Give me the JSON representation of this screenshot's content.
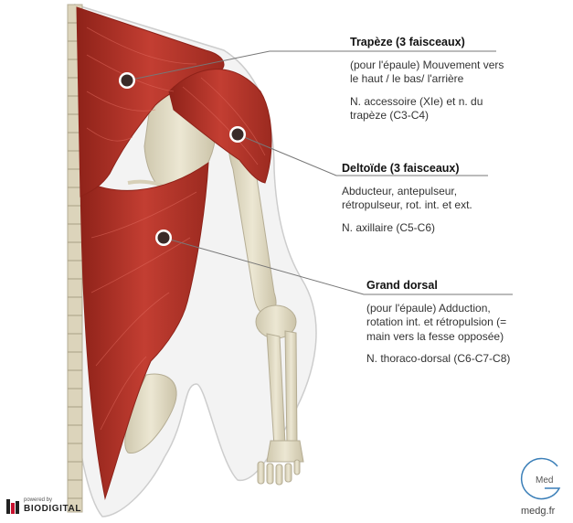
{
  "labels": {
    "trapeze": {
      "title": "Trapèze (3 faisceaux)",
      "desc": "(pour l'épaule) Mouvement vers le haut / le bas/ l'arrière",
      "nerve": "N. accessoire (XIe) et n. du trapèze (C3-C4)"
    },
    "deltoide": {
      "title": "Deltoïde (3 faisceaux)",
      "desc": "Abducteur, antepulseur, rétropulseur, rot. int. et ext.",
      "nerve": "N. axillaire (C5-C6)"
    },
    "dorsal": {
      "title": "Grand dorsal",
      "desc": "(pour l'épaule) Adduction, rotation int. et rétropulsion (= main vers la fesse opposée)",
      "nerve": "N. thoraco-dorsal (C6-C7-C8)"
    }
  },
  "branding": {
    "powered_by": "powered by",
    "company": "BIODIGITAL",
    "logo_text": "Med",
    "site": "medg.fr"
  },
  "colors": {
    "muscle": "#b8352b",
    "muscle_dark": "#8e2219",
    "bone": "#e2dcc5",
    "skin_outline": "#c8c8c8",
    "leader_line": "#777777"
  }
}
